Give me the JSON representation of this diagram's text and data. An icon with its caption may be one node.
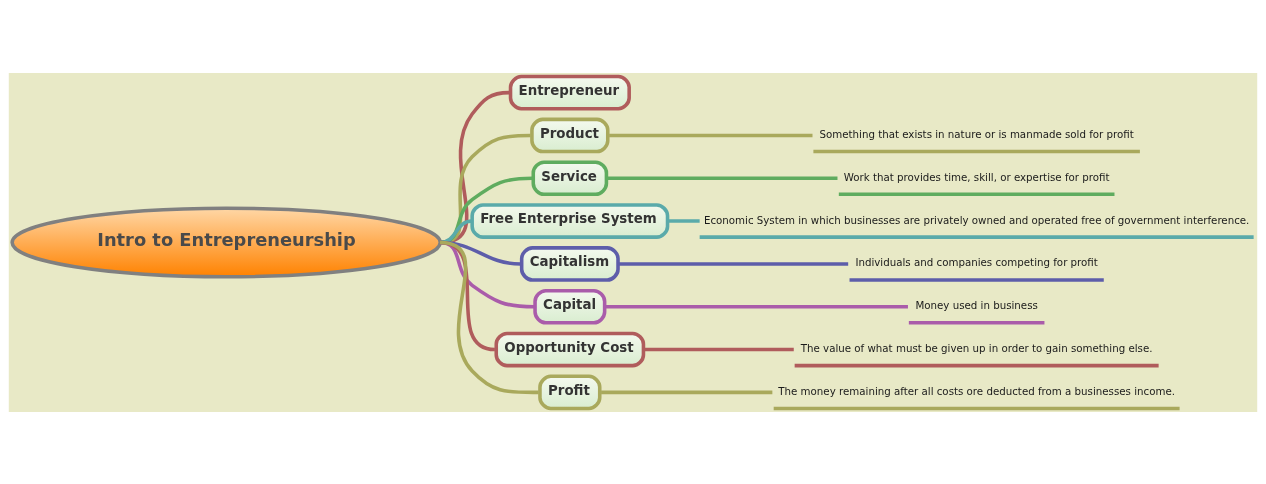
{
  "diagram": {
    "nodes": [
      {
        "text": [
          "Intro to Entrepreneurship"
        ]
      },
      {
        "text": [
          "Entrepreneur"
        ]
      },
      {
        "text": [
          "Product"
        ]
      },
      {
        "text": [
          "Something that exists in nature or is manmade sold for profit"
        ]
      },
      {
        "text": [
          "Service"
        ]
      },
      {
        "text": [
          "Work that provides time, skill, or expertise for profit"
        ]
      },
      {
        "text": [
          "Free Enterprise System"
        ]
      },
      {
        "text": [
          "Economic System in which businesses are privately owned and operated free of government interference."
        ]
      },
      {
        "text": [
          "Capitalism"
        ]
      },
      {
        "text": [
          "Individuals and companies competing for profit"
        ]
      },
      {
        "text": [
          "Capital"
        ]
      },
      {
        "text": [
          "Money used in business"
        ]
      },
      {
        "text": [
          "Opportunity Cost"
        ]
      },
      {
        "text": [
          "The value of what must be given up in order to gain something else."
        ]
      },
      {
        "text": [
          "Profit"
        ]
      },
      {
        "text": [
          "The money remaining after all costs ore deducted from a businesses income."
        ]
      }
    ],
    "edges": [
      {
        "from": 0,
        "to": 1,
        "arrow": "none",
        "color": "#b05c5c"
      },
      {
        "from": 0,
        "to": 2,
        "arrow": "none",
        "color": "#a9a95c"
      },
      {
        "from": 2,
        "to": 3,
        "arrow": "none",
        "color": "#a9a95c"
      },
      {
        "from": 0,
        "to": 4,
        "arrow": "none",
        "color": "#5fac5f"
      },
      {
        "from": 4,
        "to": 5,
        "arrow": "none",
        "color": "#5fac5f"
      },
      {
        "from": 0,
        "to": 6,
        "arrow": "none",
        "color": "#5aaaaa"
      },
      {
        "from": 6,
        "to": 7,
        "arrow": "none",
        "color": "#5aaaaa"
      },
      {
        "from": 0,
        "to": 8,
        "arrow": "none",
        "color": "#5d5daa"
      },
      {
        "from": 8,
        "to": 9,
        "arrow": "none",
        "color": "#5d5daa"
      },
      {
        "from": 0,
        "to": 10,
        "arrow": "none",
        "color": "#aa5caa"
      },
      {
        "from": 10,
        "to": 11,
        "arrow": "none",
        "color": "#aa5caa"
      },
      {
        "from": 0,
        "to": 12,
        "arrow": "none",
        "color": "#b05c5c"
      },
      {
        "from": 12,
        "to": 13,
        "arrow": "none",
        "color": "#b05c5c"
      },
      {
        "from": 0,
        "to": 14,
        "arrow": "none",
        "color": "#a9a95c"
      },
      {
        "from": 14,
        "to": 15,
        "arrow": "none",
        "color": "#a9a95c"
      }
    ]
  }
}
